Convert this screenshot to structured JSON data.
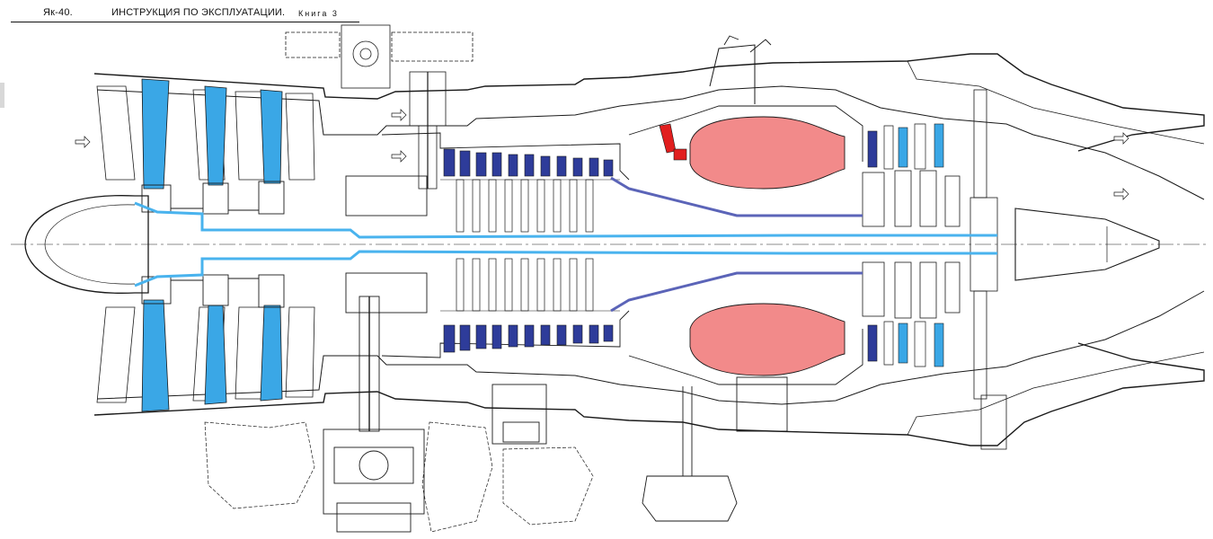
{
  "header": {
    "model": "Як-40.",
    "title": "ИНСТРУКЦИЯ ПО ЭКСПЛУАТАЦИИ.",
    "book": "Книга 3"
  },
  "colors": {
    "line": "#1a1a1a",
    "fan_blade": "#3aa7e6",
    "hp_blade": "#2e3c9a",
    "combustor": "#f28a8a",
    "igniter": "#e11e1e",
    "shaft_flow": "#49b3ee",
    "hp_flow": "#5b64b8"
  },
  "icons": {
    "airflow_arrow": "arrow-right-outline-icon"
  }
}
